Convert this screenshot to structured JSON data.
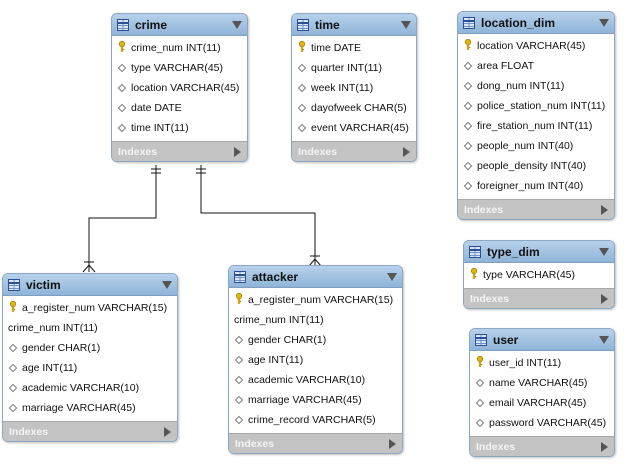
{
  "tables": [
    {
      "id": "crime",
      "name": "crime",
      "indexes_label": "Indexes",
      "columns": [
        {
          "text": "crime_num INT(11)",
          "icon": "key"
        },
        {
          "text": "type VARCHAR(45)",
          "icon": "diamond"
        },
        {
          "text": "location VARCHAR(45)",
          "icon": "diamond"
        },
        {
          "text": "date DATE",
          "icon": "diamond"
        },
        {
          "text": "time INT(11)",
          "icon": "diamond"
        }
      ]
    },
    {
      "id": "time",
      "name": "time",
      "indexes_label": "Indexes",
      "columns": [
        {
          "text": "time DATE",
          "icon": "key"
        },
        {
          "text": "quarter INT(11)",
          "icon": "diamond"
        },
        {
          "text": "week INT(11)",
          "icon": "diamond"
        },
        {
          "text": "dayofweek CHAR(5)",
          "icon": "diamond"
        },
        {
          "text": "event VARCHAR(45)",
          "icon": "diamond"
        }
      ]
    },
    {
      "id": "location_dim",
      "name": "location_dim",
      "indexes_label": "Indexes",
      "columns": [
        {
          "text": "location VARCHAR(45)",
          "icon": "key"
        },
        {
          "text": "area FLOAT",
          "icon": "diamond"
        },
        {
          "text": "dong_num INT(11)",
          "icon": "diamond"
        },
        {
          "text": "police_station_num INT(11)",
          "icon": "diamond"
        },
        {
          "text": "fire_station_num INT(11)",
          "icon": "diamond"
        },
        {
          "text": "people_num INT(40)",
          "icon": "diamond"
        },
        {
          "text": "people_density INT(40)",
          "icon": "diamond"
        },
        {
          "text": "foreigner_num INT(40)",
          "icon": "diamond"
        }
      ]
    },
    {
      "id": "type_dim",
      "name": "type_dim",
      "indexes_label": "Indexes",
      "columns": [
        {
          "text": "type VARCHAR(45)",
          "icon": "key"
        }
      ]
    },
    {
      "id": "user",
      "name": "user",
      "indexes_label": "Indexes",
      "columns": [
        {
          "text": "user_id INT(11)",
          "icon": "key"
        },
        {
          "text": "name VARCHAR(45)",
          "icon": "diamond"
        },
        {
          "text": "email VARCHAR(45)",
          "icon": "diamond"
        },
        {
          "text": "password VARCHAR(45)",
          "icon": "diamond"
        }
      ]
    },
    {
      "id": "victim",
      "name": "victim",
      "indexes_label": "Indexes",
      "columns": [
        {
          "text": "a_register_num VARCHAR(15)",
          "icon": "key"
        },
        {
          "text": "crime_num INT(11)",
          "icon": "none"
        },
        {
          "text": "gender CHAR(1)",
          "icon": "diamond"
        },
        {
          "text": "age INT(11)",
          "icon": "diamond"
        },
        {
          "text": "academic VARCHAR(10)",
          "icon": "diamond"
        },
        {
          "text": "marriage VARCHAR(45)",
          "icon": "diamond"
        }
      ]
    },
    {
      "id": "attacker",
      "name": "attacker",
      "indexes_label": "Indexes",
      "columns": [
        {
          "text": "a_register_num VARCHAR(15)",
          "icon": "key"
        },
        {
          "text": "crime_num INT(11)",
          "icon": "none"
        },
        {
          "text": "gender CHAR(1)",
          "icon": "diamond"
        },
        {
          "text": "age INT(11)",
          "icon": "diamond"
        },
        {
          "text": "academic VARCHAR(10)",
          "icon": "diamond"
        },
        {
          "text": "marriage VARCHAR(45)",
          "icon": "diamond"
        },
        {
          "text": "crime_record VARCHAR(5)",
          "icon": "diamond"
        }
      ]
    }
  ],
  "relationships": [
    {
      "from": "crime",
      "to": "victim",
      "from_end": "one",
      "to_end": "many"
    },
    {
      "from": "crime",
      "to": "attacker",
      "from_end": "one",
      "to_end": "many"
    }
  ],
  "colors": {
    "header": "#9dbfe0",
    "border": "#8aa8c4",
    "footer": "#c3c3c3",
    "key": "#e2b712",
    "line": "#111111"
  }
}
